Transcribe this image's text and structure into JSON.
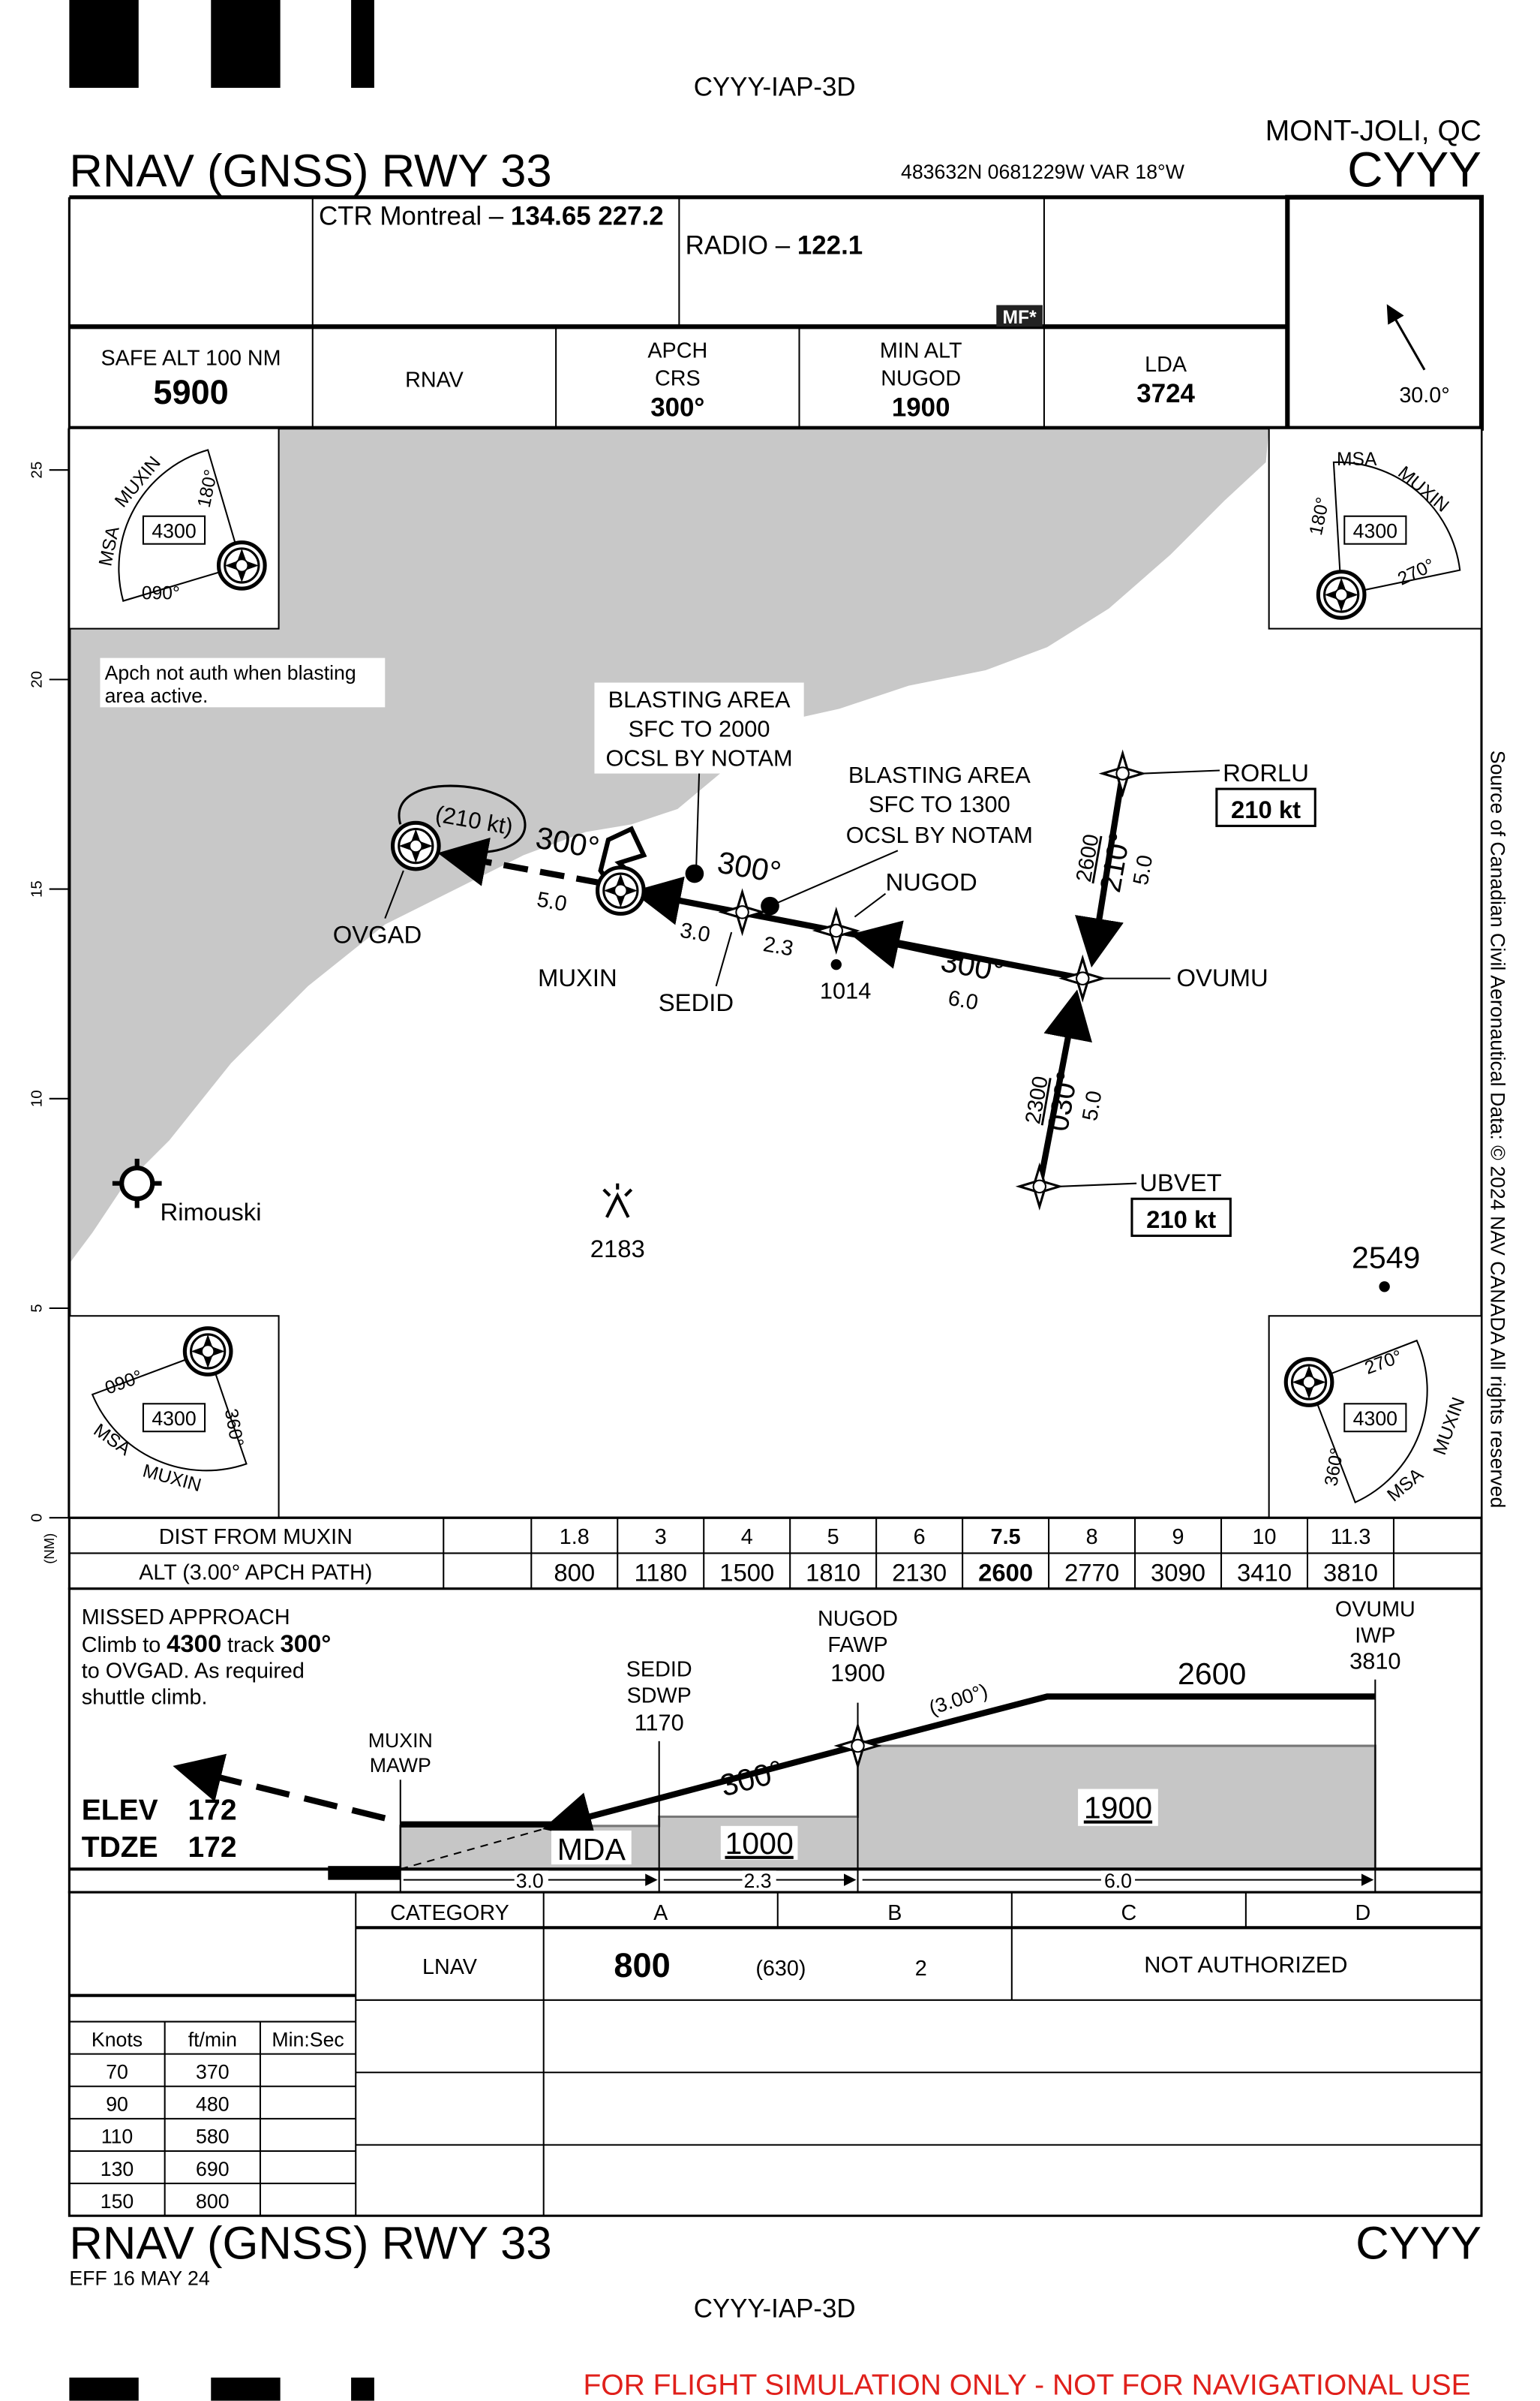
{
  "header": {
    "chart_id": "CYYY-IAP-3D",
    "title": "RNAV (GNSS) RWY 33",
    "city": "MONT-JOLI, QC",
    "airport": "CYYY",
    "coords": "483632N  0681229W  VAR 18°W"
  },
  "comms": {
    "ctr_label": "CTR Montreal – ",
    "ctr_freq": "134.65  227.2",
    "radio_label": "RADIO – ",
    "radio_freq": "122.1",
    "mf_badge": "MF*"
  },
  "briefing": {
    "safe_alt_label": "SAFE ALT 100 NM",
    "safe_alt_value": "5900",
    "nav_type": "RNAV",
    "apch_label_1": "APCH",
    "apch_label_2": "CRS",
    "apch_value": "300°",
    "min_alt_label_1": "MIN ALT",
    "min_alt_label_2": "NUGOD",
    "min_alt_value": "1900",
    "lda_label": "LDA",
    "lda_value": "3724",
    "north_angle": "30.0°"
  },
  "scale": {
    "unit": "(NM)",
    "ticks": [
      "25",
      "20",
      "15",
      "10",
      "5",
      "0"
    ]
  },
  "msa": {
    "label": "MSA",
    "fix": "MUXIN",
    "alt": "4300",
    "bearings": [
      "090°",
      "180°",
      "270°",
      "360°"
    ]
  },
  "plan": {
    "note": "Apch not auth when blasting area active.",
    "note_1": "Apch not auth when blasting",
    "note_2": "area active.",
    "blast1": [
      "BLASTING AREA",
      "SFC TO 2000",
      "OCSL BY NOTAM"
    ],
    "blast2": [
      "BLASTING AREA",
      "SFC TO 1300",
      "OCSL BY NOTAM"
    ],
    "waypoints": {
      "ovgad": "OVGAD",
      "muxin": "MUXIN",
      "sedid": "SEDID",
      "nugod": "NUGOD",
      "ovumu": "OVUMU",
      "rorlu": "RORLU",
      "ubvet": "UBVET"
    },
    "speed_rorlu": "210 kt",
    "speed_ubvet": "210 kt",
    "hold_speed": "(210 kt)",
    "crs_final": "300°",
    "crs_miss": "300°",
    "crs_mid": "300°",
    "crs_rorlu": "210°",
    "alt_rorlu": "2600",
    "crs_ubvet": "030°",
    "alt_ubvet": "2300",
    "d_ovgad": "5.0",
    "d_muxin_sedid": "3.0",
    "d_sedid_nugod": "2.3",
    "d_nugod_ovumu": "6.0",
    "d_rorlu": "5.0",
    "d_ubvet": "5.0",
    "obst_1014": "1014",
    "obst_2183": "2183",
    "obst_2549": "2549",
    "town": "Rimouski"
  },
  "dist_table": {
    "row1_label": "DIST FROM MUXIN",
    "row2_label": "ALT (3.00° APCH PATH)",
    "dist": [
      "1.8",
      "3",
      "4",
      "5",
      "6",
      "7.5",
      "8",
      "9",
      "10",
      "11.3"
    ],
    "alt": [
      "800",
      "1180",
      "1500",
      "1810",
      "2130",
      "2600",
      "2770",
      "3090",
      "3410",
      "3810"
    ]
  },
  "profile": {
    "missed_title": "MISSED APPROACH",
    "missed_l1a": "Climb to ",
    "missed_l1b": "4300",
    "missed_l1c": " track ",
    "missed_l1d": "300°",
    "missed_l2": "to OVGAD. As required",
    "missed_l3": "shuttle climb.",
    "elev_label": "ELEV",
    "elev": "172",
    "tdze_label": "TDZE",
    "tdze": "172",
    "muxin": [
      "MUXIN",
      "MAWP"
    ],
    "sedid": [
      "SEDID",
      "SDWP",
      "1170"
    ],
    "nugod": [
      "NUGOD",
      "FAWP",
      "1900"
    ],
    "ovumu": [
      "OVUMU",
      "IWP",
      "3810"
    ],
    "alt_2600": "2600",
    "glide": "(3.00°)",
    "crs": "300°",
    "mda": "MDA",
    "seg_1000": "1000",
    "seg_1900": "1900",
    "d1": "3.0",
    "d2": "2.3",
    "d3": "6.0"
  },
  "minima": {
    "category_label": "CATEGORY",
    "cats": [
      "A",
      "B",
      "C",
      "D"
    ],
    "lnav_label": "LNAV",
    "mda": "800",
    "hat": "(630)",
    "vis": "2",
    "cd": "NOT AUTHORIZED"
  },
  "descent_table": {
    "headers": [
      "Knots",
      "ft/min",
      "Min:Sec"
    ],
    "rows": [
      [
        "70",
        "370"
      ],
      [
        "90",
        "480"
      ],
      [
        "110",
        "580"
      ],
      [
        "130",
        "690"
      ],
      [
        "150",
        "800"
      ]
    ]
  },
  "footer": {
    "title": "RNAV (GNSS) RWY 33",
    "airport": "CYYY",
    "eff": "EFF 16 MAY 24",
    "chart_id": "CYYY-IAP-3D",
    "warning": "FOR FLIGHT SIMULATION ONLY - NOT FOR NAVIGATIONAL USE",
    "copyright": "Source of Canadian Civil Aeronautical Data: © 2024 NAV CANADA All rights reserved"
  },
  "colors": {
    "water": "#c8c8c8",
    "warning": "#e0201b"
  }
}
